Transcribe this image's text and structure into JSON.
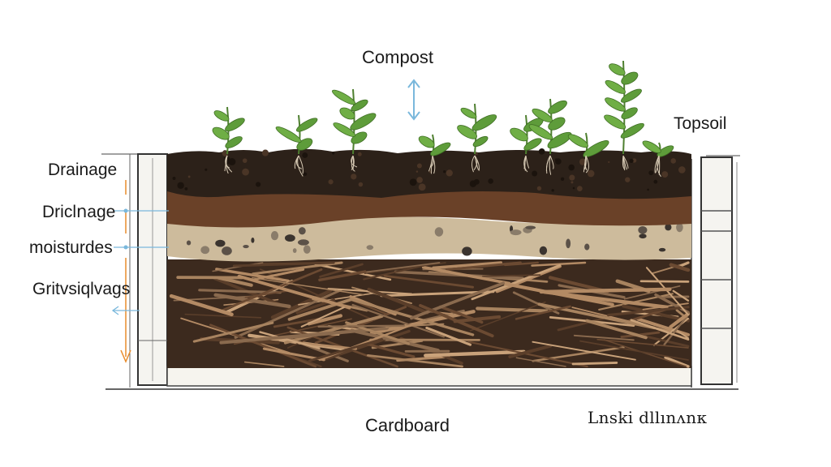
{
  "labels": {
    "compost": "Compost",
    "topsoil": "Topsoil",
    "drainage": "Drainage",
    "driclnage": "Driclոаge",
    "moisture": "moisturdes",
    "grit": "Gritvsiqlvags",
    "cardboard": "Cardboard",
    "inside": "Lnski dllıոʌոк"
  },
  "colors": {
    "topsoil": "#2c2119",
    "compost": "#5e3a22",
    "sand": "#cdbb9c",
    "branches": "#6b4a32",
    "plant": "#5e9c3a",
    "arrow_blue": "#7ab8dc",
    "arrow_orange": "#e88c2c",
    "frame": "#555555"
  },
  "icons": [
    "seedling-icon",
    "double-arrow-icon",
    "down-arrow-icon"
  ]
}
